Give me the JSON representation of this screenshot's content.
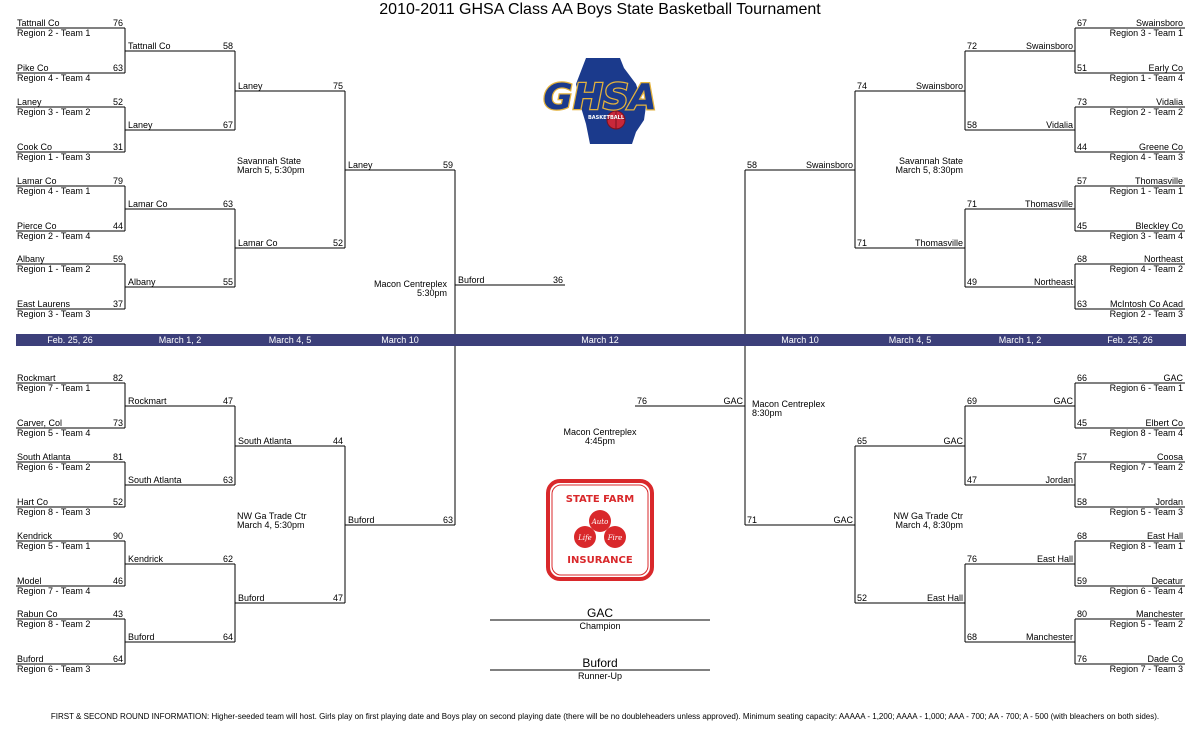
{
  "title": "2010-2011 GHSA Class AA Boys State Basketball Tournament",
  "dates": {
    "l1": "Feb. 25, 26",
    "l2": "March 1, 2",
    "l3": "March 4, 5",
    "l4": "March 10",
    "center": "March 12",
    "r4": "March 10",
    "r3": "March 4, 5",
    "r2": "March 1, 2",
    "r1": "Feb. 25, 26"
  },
  "round1": {
    "top_left": [
      {
        "team": "Tattnall Co",
        "seed": "Region 2 - Team 1",
        "score": "76"
      },
      {
        "team": "Pike Co",
        "seed": "Region 4 - Team 4",
        "score": "63"
      },
      {
        "team": "Laney",
        "seed": "Region 3 - Team 2",
        "score": "52"
      },
      {
        "team": "Cook Co",
        "seed": "Region 1 - Team 3",
        "score": "31"
      },
      {
        "team": "Lamar Co",
        "seed": "Region 4 - Team 1",
        "score": "79"
      },
      {
        "team": "Pierce Co",
        "seed": "Region 2 - Team 4",
        "score": "44"
      },
      {
        "team": "Albany",
        "seed": "Region 1 - Team 2",
        "score": "59"
      },
      {
        "team": "East Laurens",
        "seed": "Region 3 - Team 3",
        "score": "37"
      }
    ],
    "bottom_left": [
      {
        "team": "Rockmart",
        "seed": "Region 7 - Team 1",
        "score": "82"
      },
      {
        "team": "Carver, Col",
        "seed": "Region 5 - Team 4",
        "score": "73"
      },
      {
        "team": "South Atlanta",
        "seed": "Region 6 - Team 2",
        "score": "81"
      },
      {
        "team": "Hart Co",
        "seed": "Region 8 - Team 3",
        "score": "52"
      },
      {
        "team": "Kendrick",
        "seed": "Region 5 - Team 1",
        "score": "90"
      },
      {
        "team": "Model",
        "seed": "Region 7 - Team 4",
        "score": "46"
      },
      {
        "team": "Rabun Co",
        "seed": "Region 8 - Team 2",
        "score": "43"
      },
      {
        "team": "Buford",
        "seed": "Region 6 - Team 3",
        "score": "64"
      }
    ],
    "top_right": [
      {
        "team": "Swainsboro",
        "seed": "Region 3 - Team 1",
        "score": "67"
      },
      {
        "team": "Early Co",
        "seed": "Region 1 - Team 4",
        "score": "51"
      },
      {
        "team": "Vidalia",
        "seed": "Region 2 - Team 2",
        "score": "73"
      },
      {
        "team": "Greene Co",
        "seed": "Region 4 - Team 3",
        "score": "44"
      },
      {
        "team": "Thomasville",
        "seed": "Region 1 - Team 1",
        "score": "57"
      },
      {
        "team": "Bleckley Co",
        "seed": "Region 3 - Team 4",
        "score": "45"
      },
      {
        "team": "Northeast",
        "seed": "Region 4 - Team 2",
        "score": "68"
      },
      {
        "team": "McIntosh Co Acad",
        "seed": "Region 2 - Team 3",
        "score": "63"
      }
    ],
    "bottom_right": [
      {
        "team": "GAC",
        "seed": "Region 6 - Team 1",
        "score": "66"
      },
      {
        "team": "Elbert Co",
        "seed": "Region 8 - Team 4",
        "score": "45"
      },
      {
        "team": "Coosa",
        "seed": "Region 7 - Team 2",
        "score": "57"
      },
      {
        "team": "Jordan",
        "seed": "Region 5 - Team 3",
        "score": "58"
      },
      {
        "team": "East Hall",
        "seed": "Region 8 - Team 1",
        "score": "68"
      },
      {
        "team": "Decatur",
        "seed": "Region 6 - Team 4",
        "score": "59"
      },
      {
        "team": "Manchester",
        "seed": "Region 5 - Team 2",
        "score": "80"
      },
      {
        "team": "Dade Co",
        "seed": "Region 7 - Team 3",
        "score": "76"
      }
    ]
  },
  "round2": {
    "top_left": [
      {
        "team": "Tattnall Co",
        "score": "58"
      },
      {
        "team": "Laney",
        "score": "67"
      },
      {
        "team": "Lamar Co",
        "score": "63"
      },
      {
        "team": "Albany",
        "score": "55"
      }
    ],
    "bottom_left": [
      {
        "team": "Rockmart",
        "score": "47"
      },
      {
        "team": "South Atlanta",
        "score": "63"
      },
      {
        "team": "Kendrick",
        "score": "62"
      },
      {
        "team": "Buford",
        "score": "64"
      }
    ],
    "top_right": [
      {
        "team": "Swainsboro",
        "score": "72"
      },
      {
        "team": "Vidalia",
        "score": "58"
      },
      {
        "team": "Thomasville",
        "score": "71"
      },
      {
        "team": "Northeast",
        "score": "49"
      }
    ],
    "bottom_right": [
      {
        "team": "GAC",
        "score": "69"
      },
      {
        "team": "Jordan",
        "score": "47"
      },
      {
        "team": "East Hall",
        "score": "76"
      },
      {
        "team": "Manchester",
        "score": "68"
      }
    ]
  },
  "round3": {
    "top_left": [
      {
        "team": "Laney",
        "score": "75"
      },
      {
        "team": "Lamar Co",
        "score": "52"
      }
    ],
    "bottom_left": [
      {
        "team": "South Atlanta",
        "score": "44"
      },
      {
        "team": "Buford",
        "score": "47"
      }
    ],
    "top_right": [
      {
        "team": "Swainsboro",
        "score": "74"
      },
      {
        "team": "Thomasville",
        "score": "71"
      }
    ],
    "bottom_right": [
      {
        "team": "GAC",
        "score": "65"
      },
      {
        "team": "East Hall",
        "score": "52"
      }
    ]
  },
  "semis": {
    "top_left": {
      "team": "Laney",
      "score": "59"
    },
    "bottom_left": {
      "team": "Buford",
      "score": "63"
    },
    "top_right": {
      "team": "Swainsboro",
      "score": "58"
    },
    "bottom_right": {
      "team": "GAC",
      "score": "71"
    }
  },
  "finals": {
    "left": {
      "team": "Buford",
      "score": "36"
    },
    "right": {
      "team": "GAC",
      "score": "76"
    }
  },
  "venues": {
    "l_quarter_top": "Savannah State\nMarch 5, 5:30pm",
    "l_quarter_bottom": "NW Ga Trade Ctr\nMarch 4, 5:30pm",
    "r_quarter_top": "Savannah State\nMarch 5, 8:30pm",
    "r_quarter_bottom": "NW Ga Trade Ctr\nMarch 4, 8:30pm",
    "l_semi": "Macon Centreplex\n5:30pm",
    "r_semi": "Macon Centreplex\n8:30pm",
    "final": "Macon Centreplex\n4:45pm"
  },
  "champion": {
    "name": "GAC",
    "label": "Champion"
  },
  "runner_up": {
    "name": "Buford",
    "label": "Runner-Up"
  },
  "logos": {
    "ghsa": "GHSA",
    "ghsa_sub": "BASKETBALL",
    "sf_top": "STATE FARM",
    "sf_bottom": "INSURANCE",
    "sf_auto": "Auto",
    "sf_life": "Life",
    "sf_fire": "Fire"
  },
  "footer": "FIRST & SECOND ROUND INFORMATION: Higher-seeded team will host.  Girls play on first playing date and Boys play on second playing date (there will be no doubleheaders unless approved).  Minimum seating capacity: AAAAA - 1,200; AAAA - 1,000; AAA - 700; AA - 700; A - 500 (with bleachers on both sides).",
  "colors": {
    "datebar": "#3c3f7a",
    "ghsa_blue": "#1b3a8c",
    "ghsa_gold": "#e3b23c",
    "sf_red": "#d9282b"
  }
}
